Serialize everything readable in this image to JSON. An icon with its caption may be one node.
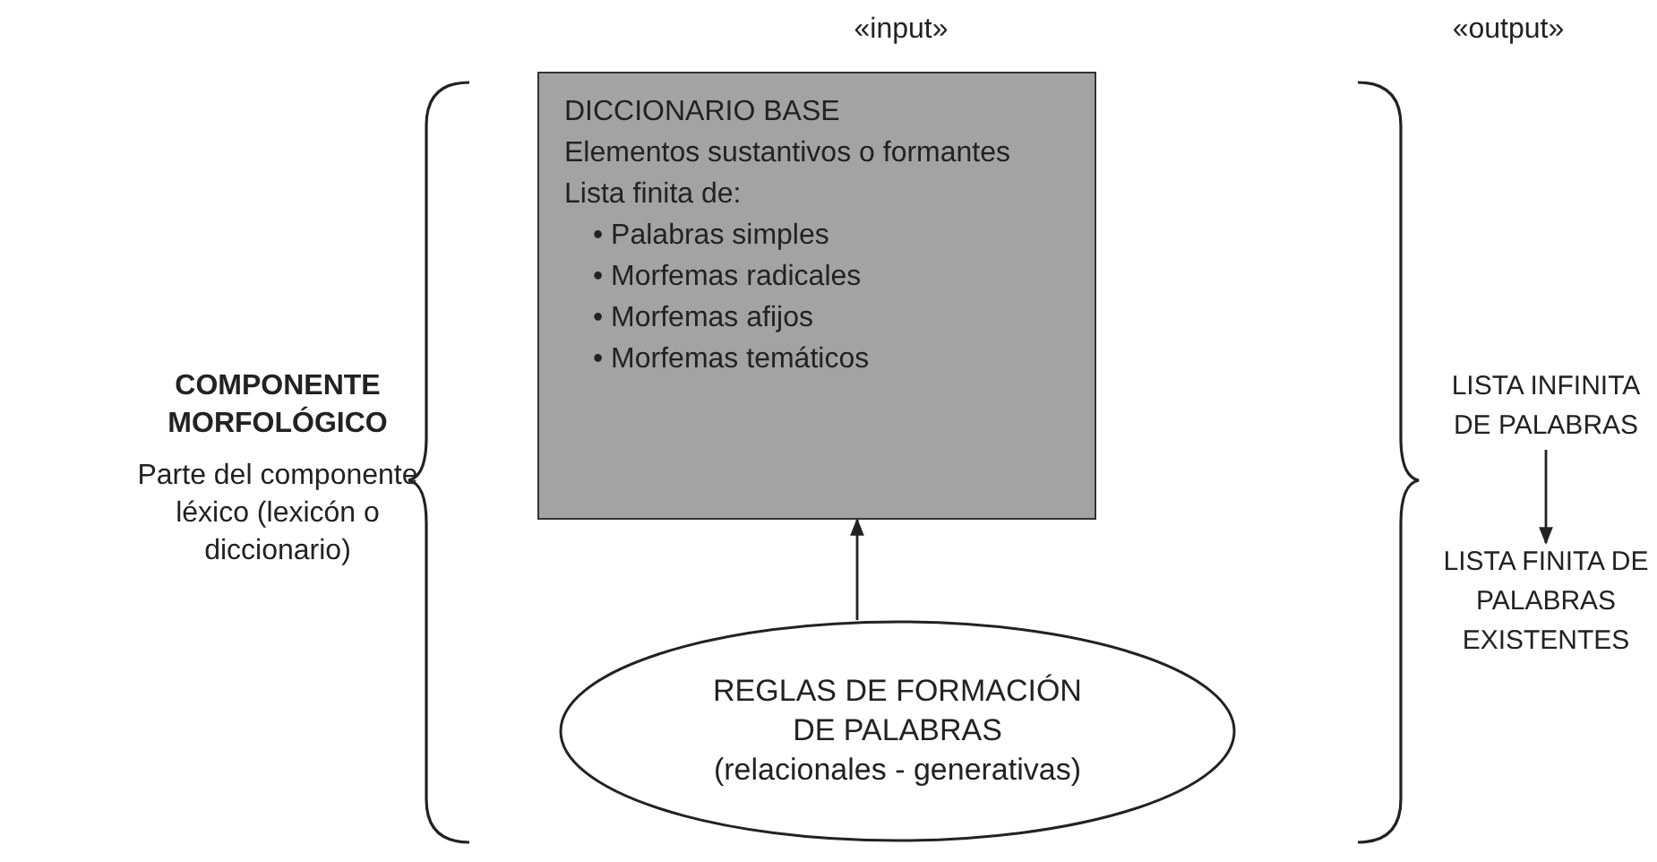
{
  "diagram": {
    "nodes": [
      {
        "text": [
          "DICCIONARIO BASE",
          "Elementos sustantivos o formantes",
          "Lista finita de:",
          "• Palabras simples",
          "• Morfemas radicales",
          "• Morfemas afijos",
          "• Morfemas temáticos"
        ]
      },
      {
        "text": [
          "REGLAS DE FORMACIÓN DE PALABRAS",
          "(relacionales - generativas)"
        ]
      },
      {
        "text": [
          "LISTA INFINITA DE PALABRAS"
        ]
      },
      {
        "text": [
          "LISTA FINITA DE PALABRAS EXISTENTES"
        ]
      }
    ],
    "edges": [
      {
        "from": 1,
        "to": 0,
        "arrow": "to"
      },
      {
        "from": 2,
        "to": 3,
        "arrow": "to"
      }
    ],
    "labels": [
      "«input»",
      "«output»",
      "COMPONENTE MORFOLÓGICO",
      "Parte del componente léxico (lexicón o diccionario)"
    ]
  }
}
